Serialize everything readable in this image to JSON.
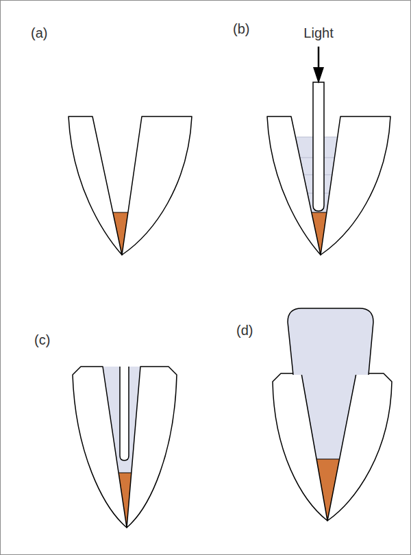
{
  "diagram": {
    "labels": [
      "(a)",
      "(b)",
      "Light",
      "(c)",
      "(d)"
    ]
  }
}
